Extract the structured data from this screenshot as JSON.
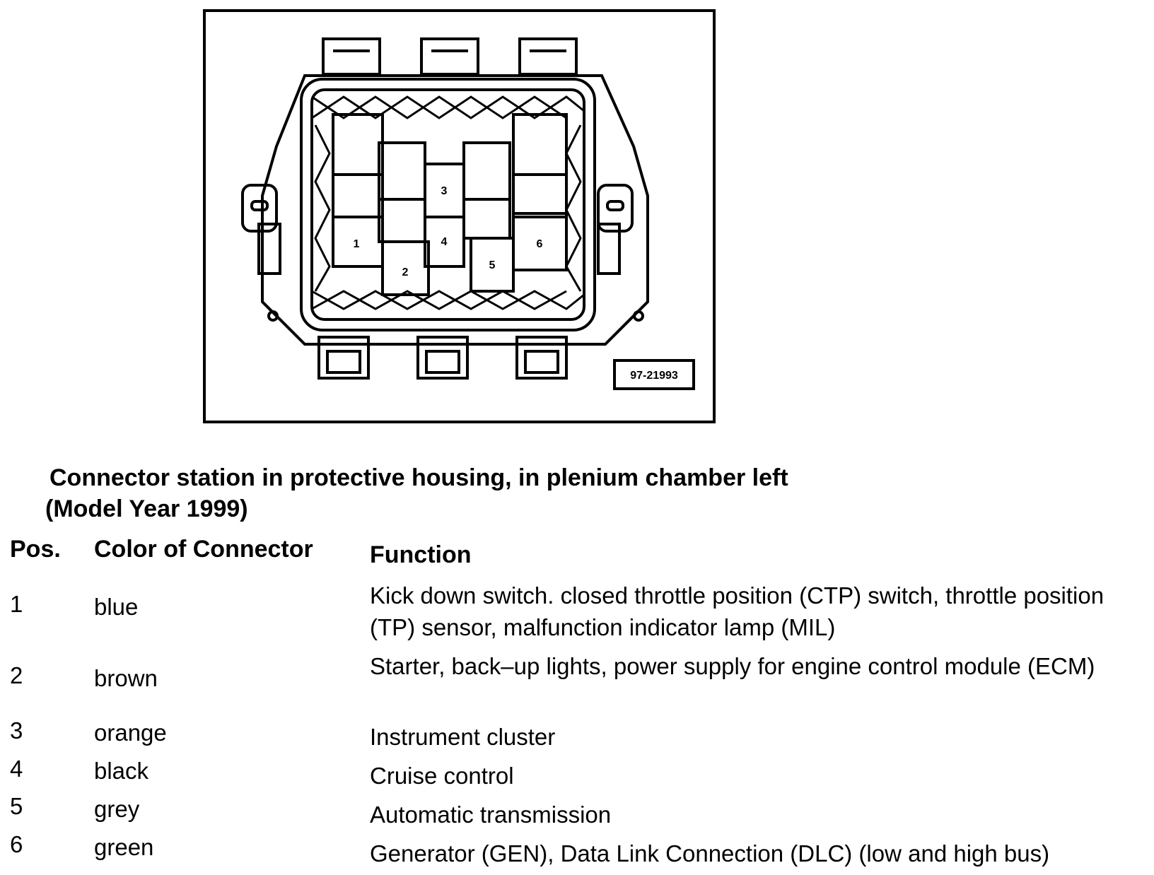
{
  "figure": {
    "code": "97-21993",
    "position_numbers": [
      "1",
      "2",
      "3",
      "4",
      "5",
      "6"
    ]
  },
  "caption": {
    "line1": "Connector station in protective housing, in plenium chamber left",
    "line2": "(Model Year 1999)"
  },
  "table": {
    "headers": {
      "pos": "Pos.",
      "color": "Color of Connector",
      "function": "Function"
    },
    "rows": [
      {
        "pos": "1",
        "color": "blue",
        "function": "Kick down switch. closed throttle position (CTP) switch, throttle position (TP) sensor, malfunction indicator lamp (MIL)"
      },
      {
        "pos": "2",
        "color": "brown",
        "function": "Starter, back–up lights, power supply for engine control module (ECM)"
      },
      {
        "pos": "3",
        "color": "orange",
        "function": "Instrument cluster"
      },
      {
        "pos": "4",
        "color": "black",
        "function": "Cruise control"
      },
      {
        "pos": "5",
        "color": "grey",
        "function": "Automatic transmission"
      },
      {
        "pos": "6",
        "color": "green",
        "function": "Generator (GEN), Data Link Connection (DLC) (low and high bus)"
      }
    ]
  }
}
